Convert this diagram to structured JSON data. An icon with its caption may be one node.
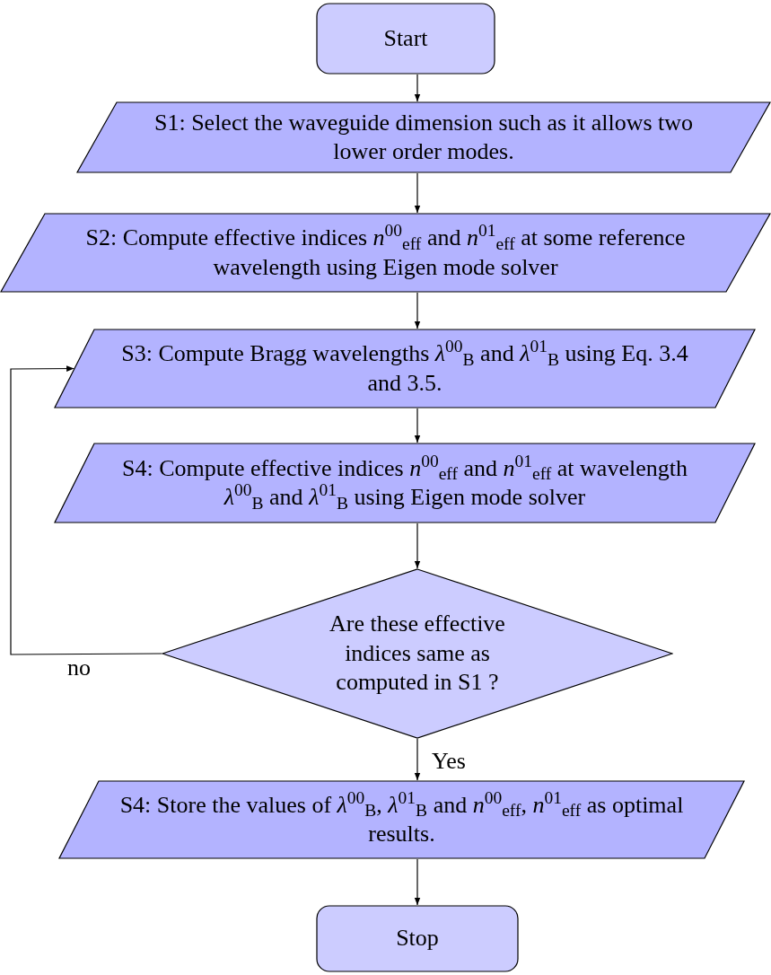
{
  "diagram": {
    "nodes": [
      {
        "text": [
          "Start"
        ]
      },
      {
        "text": [
          "S1: Select the waveguide dimension such as it allows two lower order modes."
        ]
      },
      {
        "text": [
          "S2: Compute effective indices *n*$^{00}$$_{eff}$ and *n*$^{01}$$_{eff}$ at some reference wavelength using Eigen mode solver"
        ]
      },
      {
        "text": [
          "S3: Compute Bragg wavelengths *λ*$^{00}$$_{B}$ and *λ*$^{01}$$_{B}$ using Eq. 3.4 and 3.5."
        ]
      },
      {
        "text": [
          "S4: Compute effective indices *n*$^{00}$$_{eff}$ and *n*$^{01}$$_{eff}$ at wavelength *λ*$^{00}$$_{B}$ and *λ*$^{01}$$_{B}$ using Eigen mode solver"
        ]
      },
      {
        "text": [
          "Are these effective indices same as computed in S1 ?"
        ]
      },
      {
        "text": [
          "S4: Store the values of *λ*$^{00}$$_{B}$, *λ*$^{01}$$_{B}$ and *n*$^{00}$$_{eff}$, *n*$^{01}$$_{eff}$ as optimal results."
        ]
      },
      {
        "text": [
          "Stop"
        ]
      }
    ],
    "edges": [
      {
        "from": 0,
        "to": 1,
        "arrow": "to"
      },
      {
        "from": 1,
        "to": 2,
        "arrow": "to"
      },
      {
        "from": 2,
        "to": 3,
        "arrow": "to"
      },
      {
        "from": 3,
        "to": 4,
        "arrow": "to"
      },
      {
        "from": 4,
        "to": 5,
        "arrow": "to"
      },
      {
        "from": 5,
        "to": 3,
        "arrow": "to",
        "label": "no"
      },
      {
        "from": 5,
        "to": 6,
        "arrow": "to",
        "label": "Yes"
      },
      {
        "from": 6,
        "to": 7,
        "arrow": "to"
      }
    ]
  }
}
